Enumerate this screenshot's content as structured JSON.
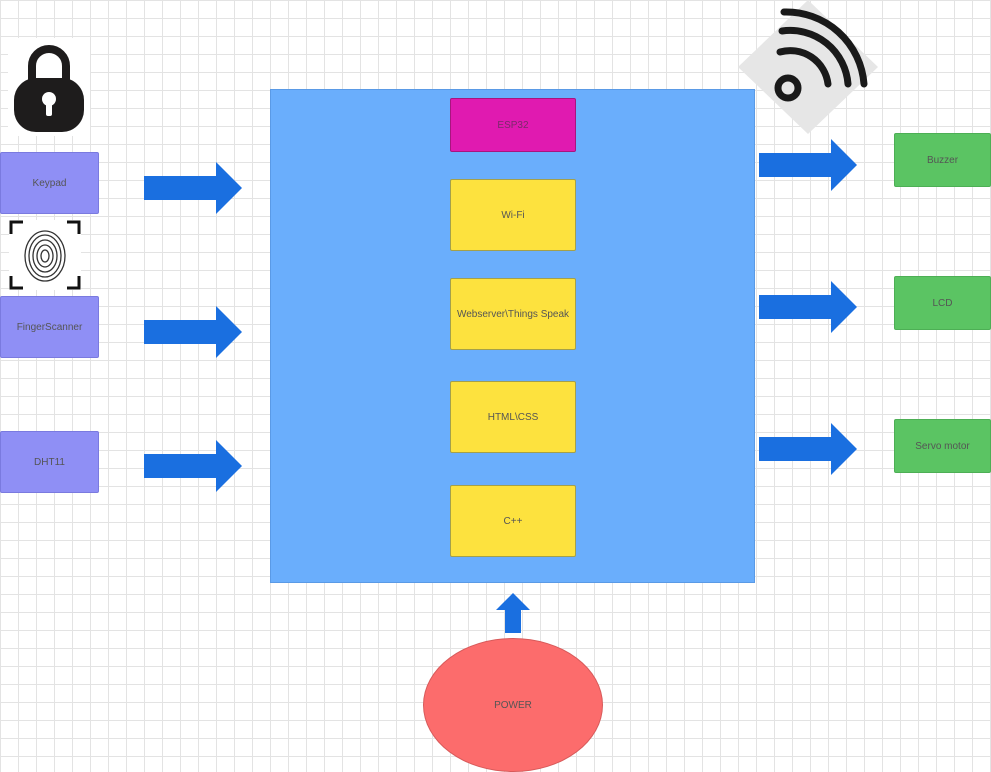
{
  "inputs": {
    "keypad": "Keypad",
    "finger_scanner": "FingerScanner",
    "dht11": "DHT11"
  },
  "controller": {
    "esp32": "ESP32",
    "wifi": "Wi-Fi",
    "webserver": "Webserver\\Things Speak",
    "html_css": "HTML\\CSS",
    "cpp": "C++"
  },
  "outputs": {
    "buzzer": "Buzzer",
    "lcd": "LCD",
    "servo": "Servo motor"
  },
  "power": "POWER",
  "icons": [
    "lock-icon",
    "fingerprint-icon",
    "wifi-icon"
  ],
  "colors": {
    "input": "#8f8ff5",
    "output": "#5bc463",
    "controller": "#6aaefc",
    "module": "#fde23e",
    "esp32": "#e01ab0",
    "power": "#fc6c6c",
    "arrow": "#1a6fe0"
  }
}
